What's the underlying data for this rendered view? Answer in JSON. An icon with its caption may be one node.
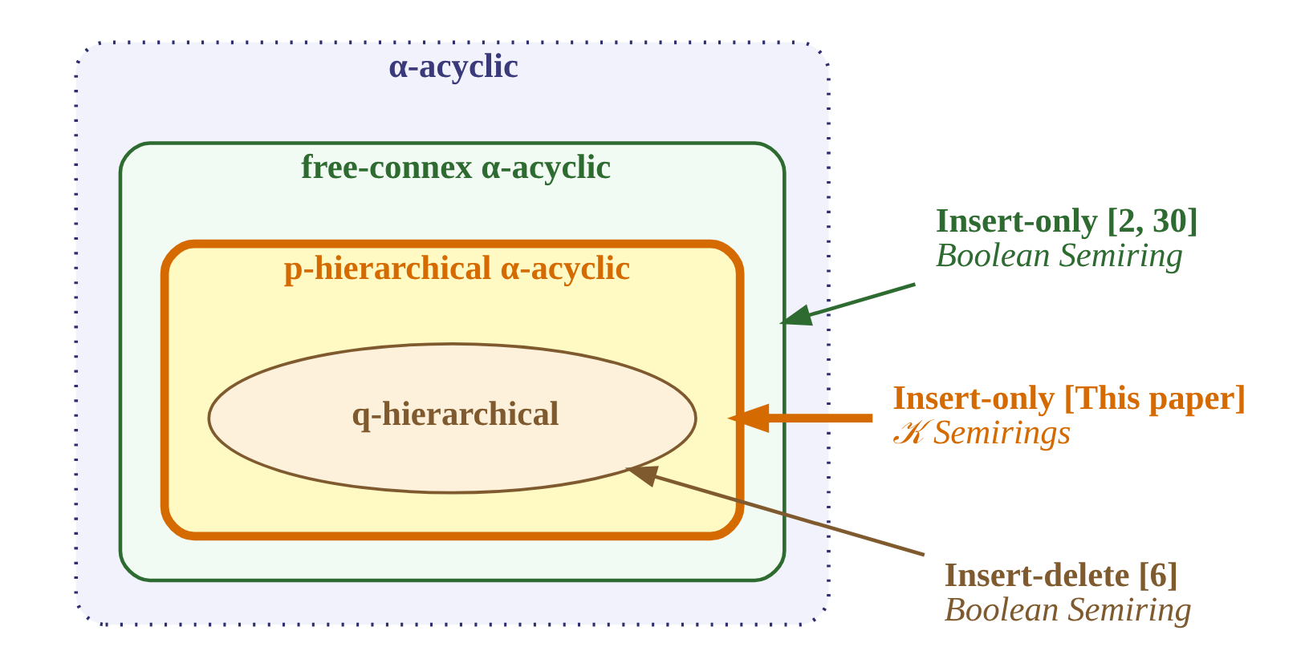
{
  "diagram": {
    "nodes": [
      {
        "text": [
          "α-acyclic"
        ]
      },
      {
        "text": [
          "free-connex α-acyclic"
        ],
        "in": 0
      },
      {
        "text": [
          "p-hierarchical α-acyclic"
        ],
        "in": 1
      },
      {
        "text": [
          "q-hierarchical"
        ],
        "in": 2
      },
      {
        "text": [
          "Insert-only [2, 30]",
          "Boolean Semiring"
        ]
      },
      {
        "text": [
          "Insert-only [This paper]",
          "𝒦 Semirings"
        ]
      },
      {
        "text": [
          "Insert-delete [6]",
          "Boolean Semiring"
        ]
      }
    ],
    "edges": [
      {
        "from": 4,
        "to": 1,
        "arrow": "to",
        "color": "#2e6b30"
      },
      {
        "from": 5,
        "to": 2,
        "arrow": "to",
        "style": "thick",
        "color": "#d46a00"
      },
      {
        "from": 6,
        "to": 3,
        "arrow": "to",
        "color": "#7f5a2e"
      }
    ]
  }
}
